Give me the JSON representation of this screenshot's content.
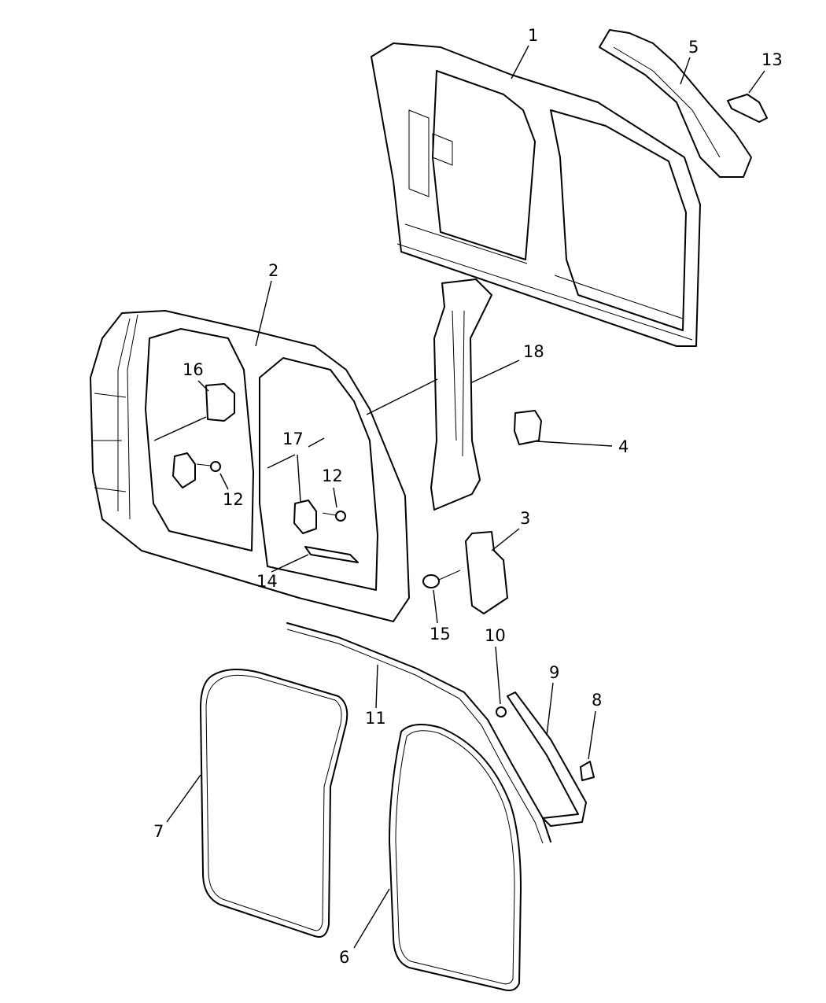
{
  "diagram": {
    "callouts": [
      "1",
      "2",
      "3",
      "4",
      "5",
      "6",
      "7",
      "8",
      "9",
      "10",
      "11",
      "12",
      "13",
      "14",
      "15",
      "16",
      "17",
      "18"
    ],
    "callout_12_second": "12"
  }
}
